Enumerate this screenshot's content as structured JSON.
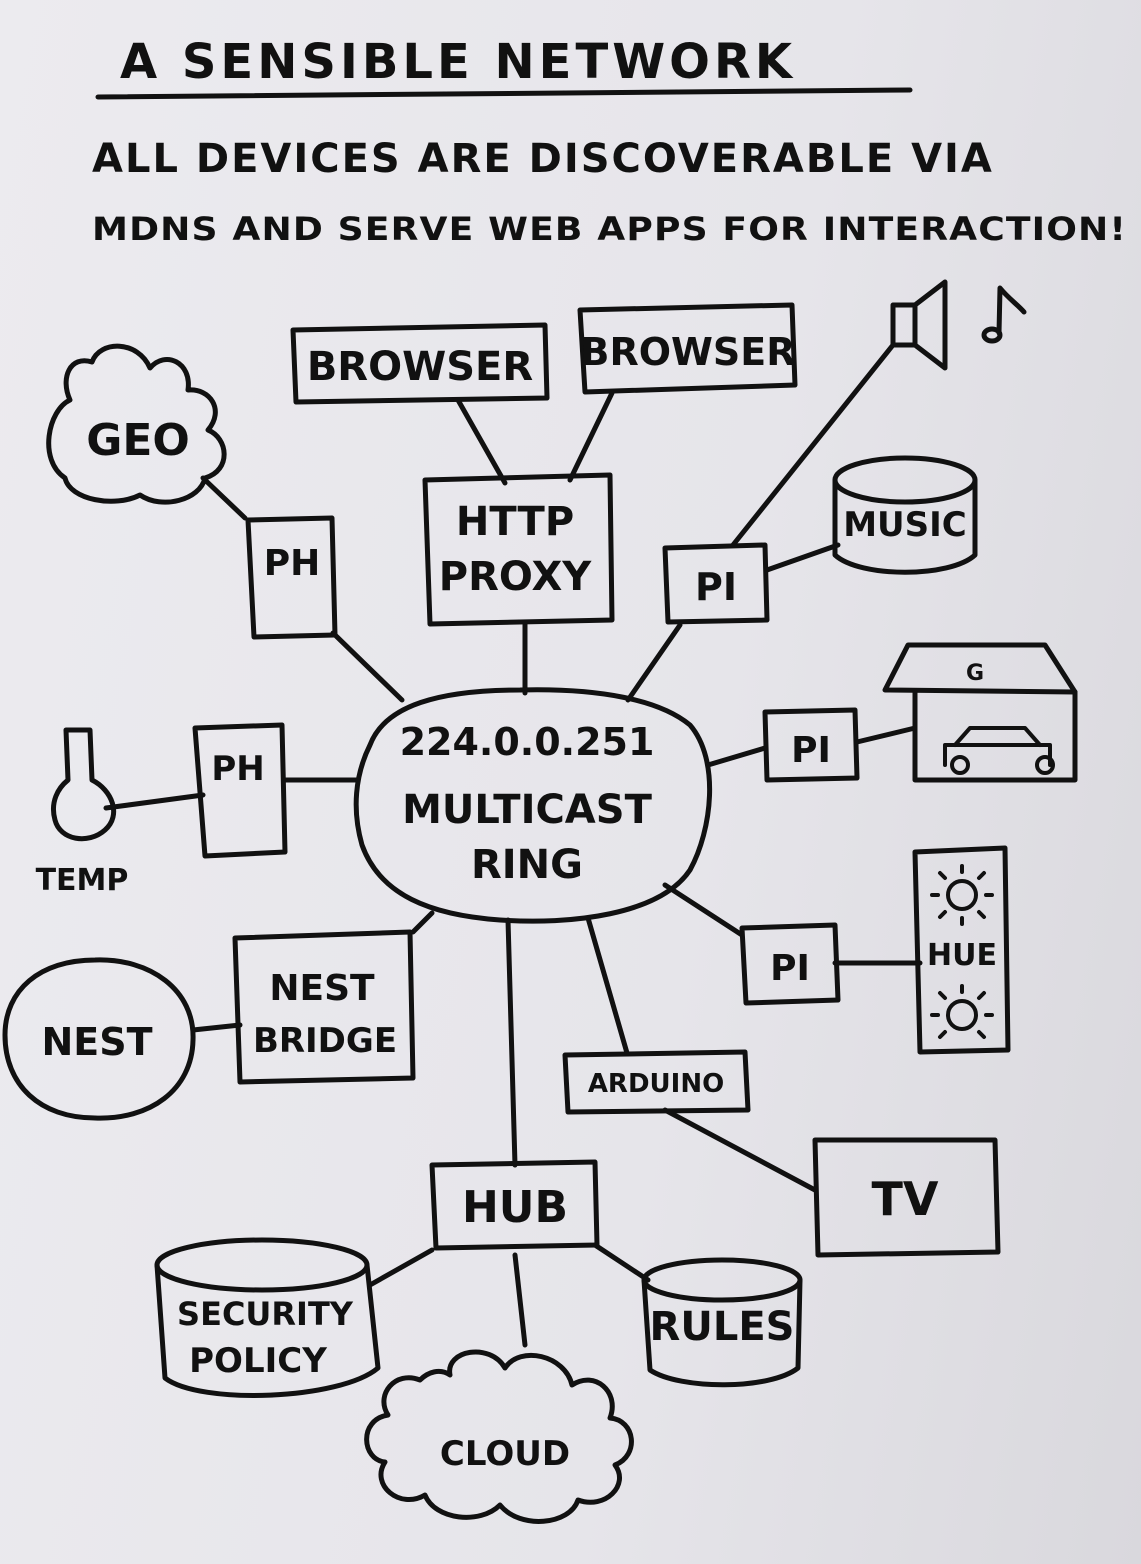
{
  "title": "A SENSIBLE NETWORK",
  "subtitle_line1": "ALL DEVICES ARE DISCOVERABLE VIA",
  "subtitle_line2": "MDNS AND SERVE WEB APPS FOR INTERACTION!",
  "nodes": {
    "browser1": "BROWSER",
    "browser2": "BROWSER",
    "geo": "GEO",
    "ph_top": "PH",
    "http_proxy_line1": "HTTP",
    "http_proxy_line2": "PROXY",
    "pi_music": "PI",
    "music": "MUSIC",
    "ring_line1": "224.0.0.251",
    "ring_line2": "MULTICAST",
    "ring_line3": "RING",
    "ph_temp": "PH",
    "temp": "TEMP",
    "pi_garage": "PI",
    "garage": "G",
    "pi_hue": "PI",
    "hue": "HUE",
    "nest_bridge_line1": "NEST",
    "nest_bridge_line2": "BRIDGE",
    "nest": "NEST",
    "arduino": "ARDUINO",
    "tv": "TV",
    "hub": "HUB",
    "security_line1": "SECURITY",
    "security_line2": "POLICY",
    "rules": "RULES",
    "cloud": "CLOUD"
  }
}
